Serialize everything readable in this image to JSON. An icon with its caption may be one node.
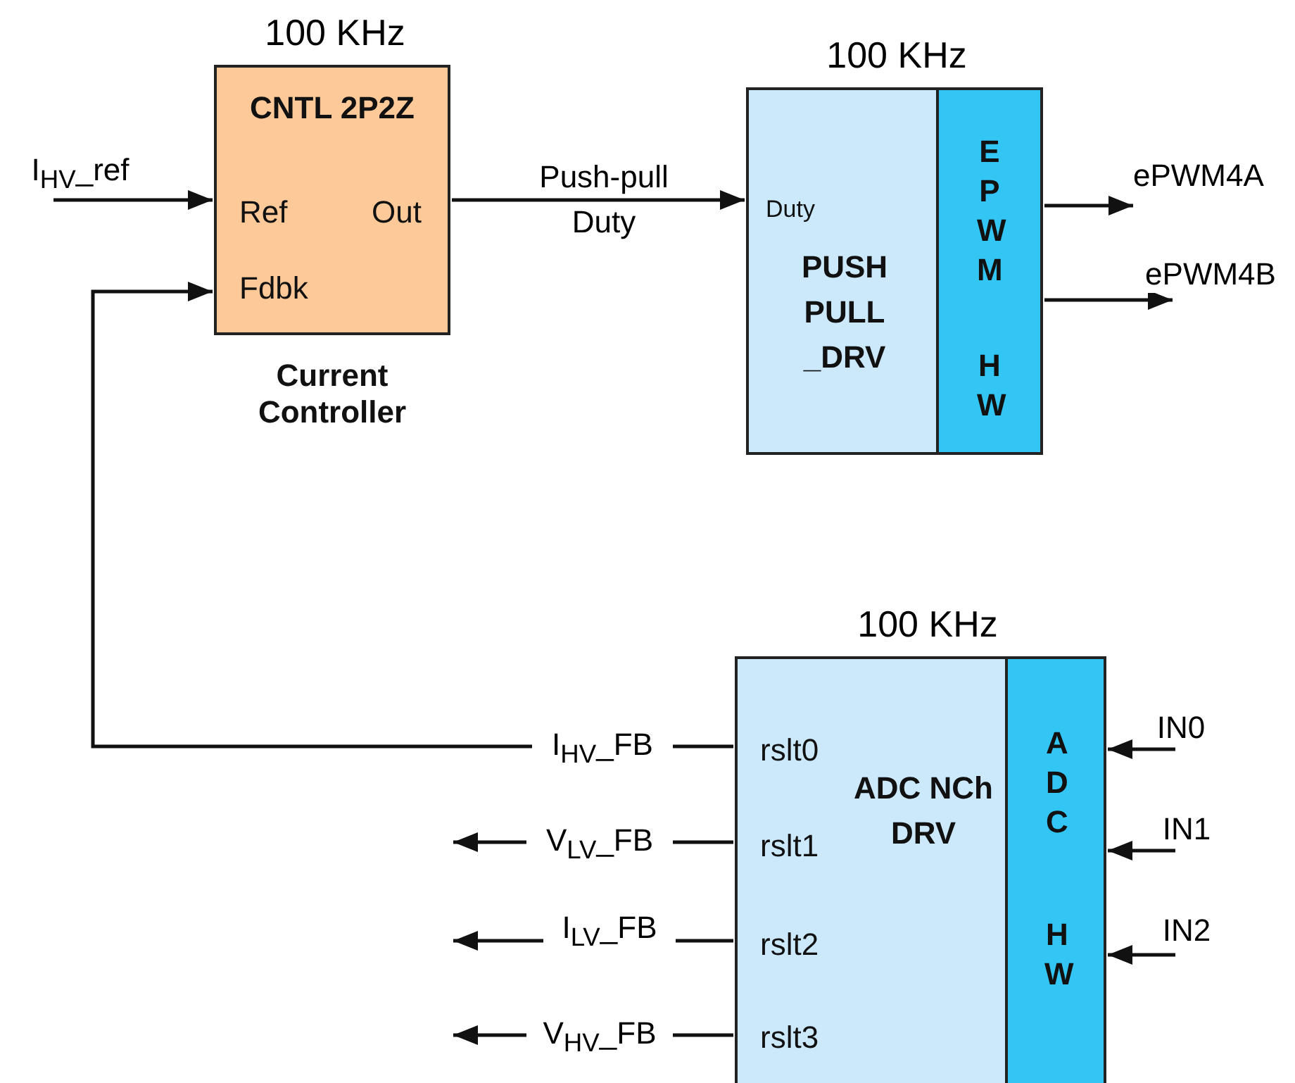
{
  "diagram": {
    "nodes": [
      {
        "text": [
          "CNTL 2P2Z",
          "Ref",
          "Out",
          "Fdbk",
          "Current Controller"
        ],
        "beside": [
          "100 KHz"
        ]
      },
      {
        "text": [
          "Duty",
          "PUSH PULL _DRV"
        ],
        "beside": [
          "100 KHz"
        ]
      },
      {
        "text": [
          "EPWM",
          "HW"
        ]
      },
      {
        "text": [
          "rslt0",
          "rslt1",
          "rslt2",
          "rslt3",
          "ADC NCh DRV"
        ],
        "beside": [
          "100 KHz"
        ]
      },
      {
        "text": [
          "ADC",
          "HW"
        ]
      }
    ],
    "edges": [
      {
        "from": null,
        "to": 0,
        "arrow": "to",
        "label": "I$_{HV}$_ref"
      },
      {
        "from": 0,
        "to": 1,
        "arrow": "to",
        "label": "Push-pull Duty"
      },
      {
        "from": 2,
        "to": null,
        "arrow": "to",
        "label": "ePWM4A"
      },
      {
        "from": 2,
        "to": null,
        "arrow": "to",
        "label": "ePWM4B"
      },
      {
        "from": 3,
        "to": 0,
        "arrow": "to",
        "label": "I$_{HV}$_FB"
      },
      {
        "from": 3,
        "to": null,
        "arrow": "to",
        "label": "V$_{LV}$_FB"
      },
      {
        "from": 3,
        "to": null,
        "arrow": "to",
        "label": "I$_{LV}$_FB"
      },
      {
        "from": 3,
        "to": null,
        "arrow": "to",
        "label": "V$_{HV}$_FB"
      },
      {
        "from": null,
        "to": 4,
        "arrow": "to",
        "label": "IN0"
      },
      {
        "from": null,
        "to": 4,
        "arrow": "to",
        "label": "IN1"
      },
      {
        "from": null,
        "to": 4,
        "arrow": "to",
        "label": "IN2"
      }
    ]
  }
}
